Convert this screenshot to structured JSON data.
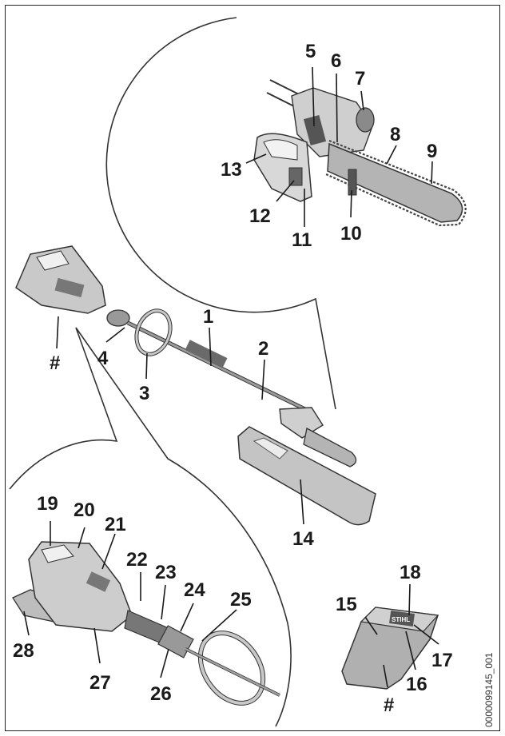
{
  "labels": {
    "l1": "1",
    "l2": "2",
    "l3": "3",
    "l4": "4",
    "l5": "5",
    "l6": "6",
    "l7": "7",
    "l8": "8",
    "l9": "9",
    "l10": "10",
    "l11": "11",
    "l12": "12",
    "l13": "13",
    "l14": "14",
    "l15": "15",
    "l16": "16",
    "l17": "17",
    "l18": "18",
    "l19": "19",
    "l20": "20",
    "l21": "21",
    "l22": "22",
    "l23": "23",
    "l24": "24",
    "l25": "25",
    "l26": "26",
    "l27": "27",
    "l28": "28",
    "hash_top": "#",
    "hash_bottom": "#"
  },
  "image_code": "0000099145_001",
  "brand": "STIHL",
  "colors": {
    "line": "#333333",
    "metal": "#9a9a9a",
    "grey": "#b8b8b8",
    "dark": "#555555",
    "light": "#e2e2e2"
  }
}
